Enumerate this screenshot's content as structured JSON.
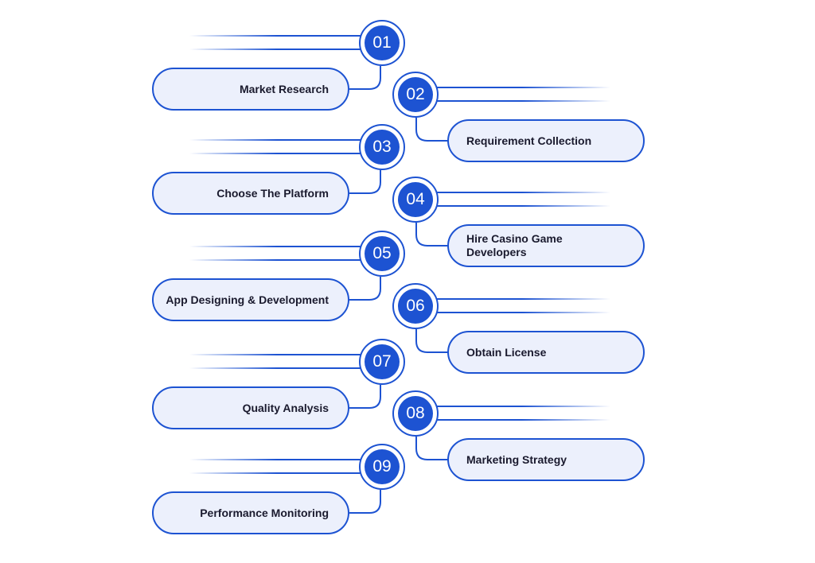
{
  "colors": {
    "accent": "#1d53d2",
    "pill_fill": "#ecf0fc",
    "text": "#1a1a2e"
  },
  "steps": [
    {
      "number": "01",
      "label": "Market Research"
    },
    {
      "number": "02",
      "label": "Requirement Collection"
    },
    {
      "number": "03",
      "label": "Choose The Platform"
    },
    {
      "number": "04",
      "label": "Hire Casino Game Developers"
    },
    {
      "number": "05",
      "label": "App Designing & Development"
    },
    {
      "number": "06",
      "label": "Obtain License"
    },
    {
      "number": "07",
      "label": "Quality Analysis"
    },
    {
      "number": "08",
      "label": "Marketing Strategy"
    },
    {
      "number": "09",
      "label": "Performance Monitoring"
    }
  ]
}
